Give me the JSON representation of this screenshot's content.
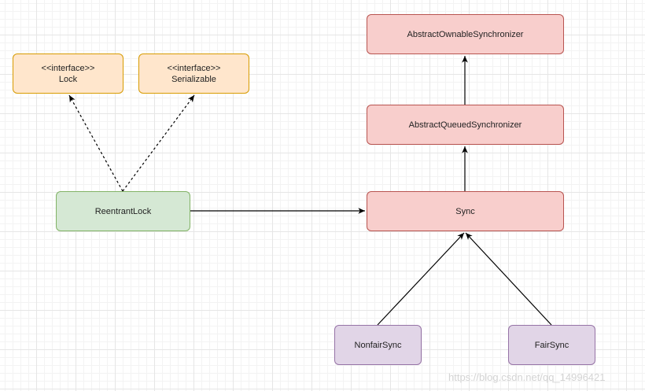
{
  "nodes": {
    "lock": {
      "stereotype": "<<interface>>",
      "name": "Lock"
    },
    "serializable": {
      "stereotype": "<<interface>>",
      "name": "Serializable"
    },
    "reentrant_lock": {
      "name": "ReentrantLock"
    },
    "abstract_ownable_synchronizer": {
      "name": "AbstractOwnableSynchronizer"
    },
    "abstract_queued_synchronizer": {
      "name": "AbstractQueuedSynchronizer"
    },
    "sync": {
      "name": "Sync"
    },
    "nonfair_sync": {
      "name": "NonfairSync"
    },
    "fair_sync": {
      "name": "FairSync"
    }
  },
  "edges": [
    {
      "from": "reentrant_lock",
      "to": "lock",
      "style": "dashed"
    },
    {
      "from": "reentrant_lock",
      "to": "serializable",
      "style": "dashed"
    },
    {
      "from": "reentrant_lock",
      "to": "sync",
      "style": "solid"
    },
    {
      "from": "sync",
      "to": "abstract_queued_synchronizer",
      "style": "solid"
    },
    {
      "from": "abstract_queued_synchronizer",
      "to": "abstract_ownable_synchronizer",
      "style": "solid"
    },
    {
      "from": "nonfair_sync",
      "to": "sync",
      "style": "solid"
    },
    {
      "from": "fair_sync",
      "to": "sync",
      "style": "solid"
    }
  ],
  "colors": {
    "interface_fill": "#ffe6cc",
    "interface_stroke": "#d79b00",
    "impl_fill": "#d5e8d4",
    "impl_stroke": "#82b366",
    "base_fill": "#f8cecc",
    "base_stroke": "#b85450",
    "sub_fill": "#e1d5e7",
    "sub_stroke": "#9673a6",
    "edge": "#000000"
  },
  "watermark": "https://blog.csdn.net/qq_14996421"
}
